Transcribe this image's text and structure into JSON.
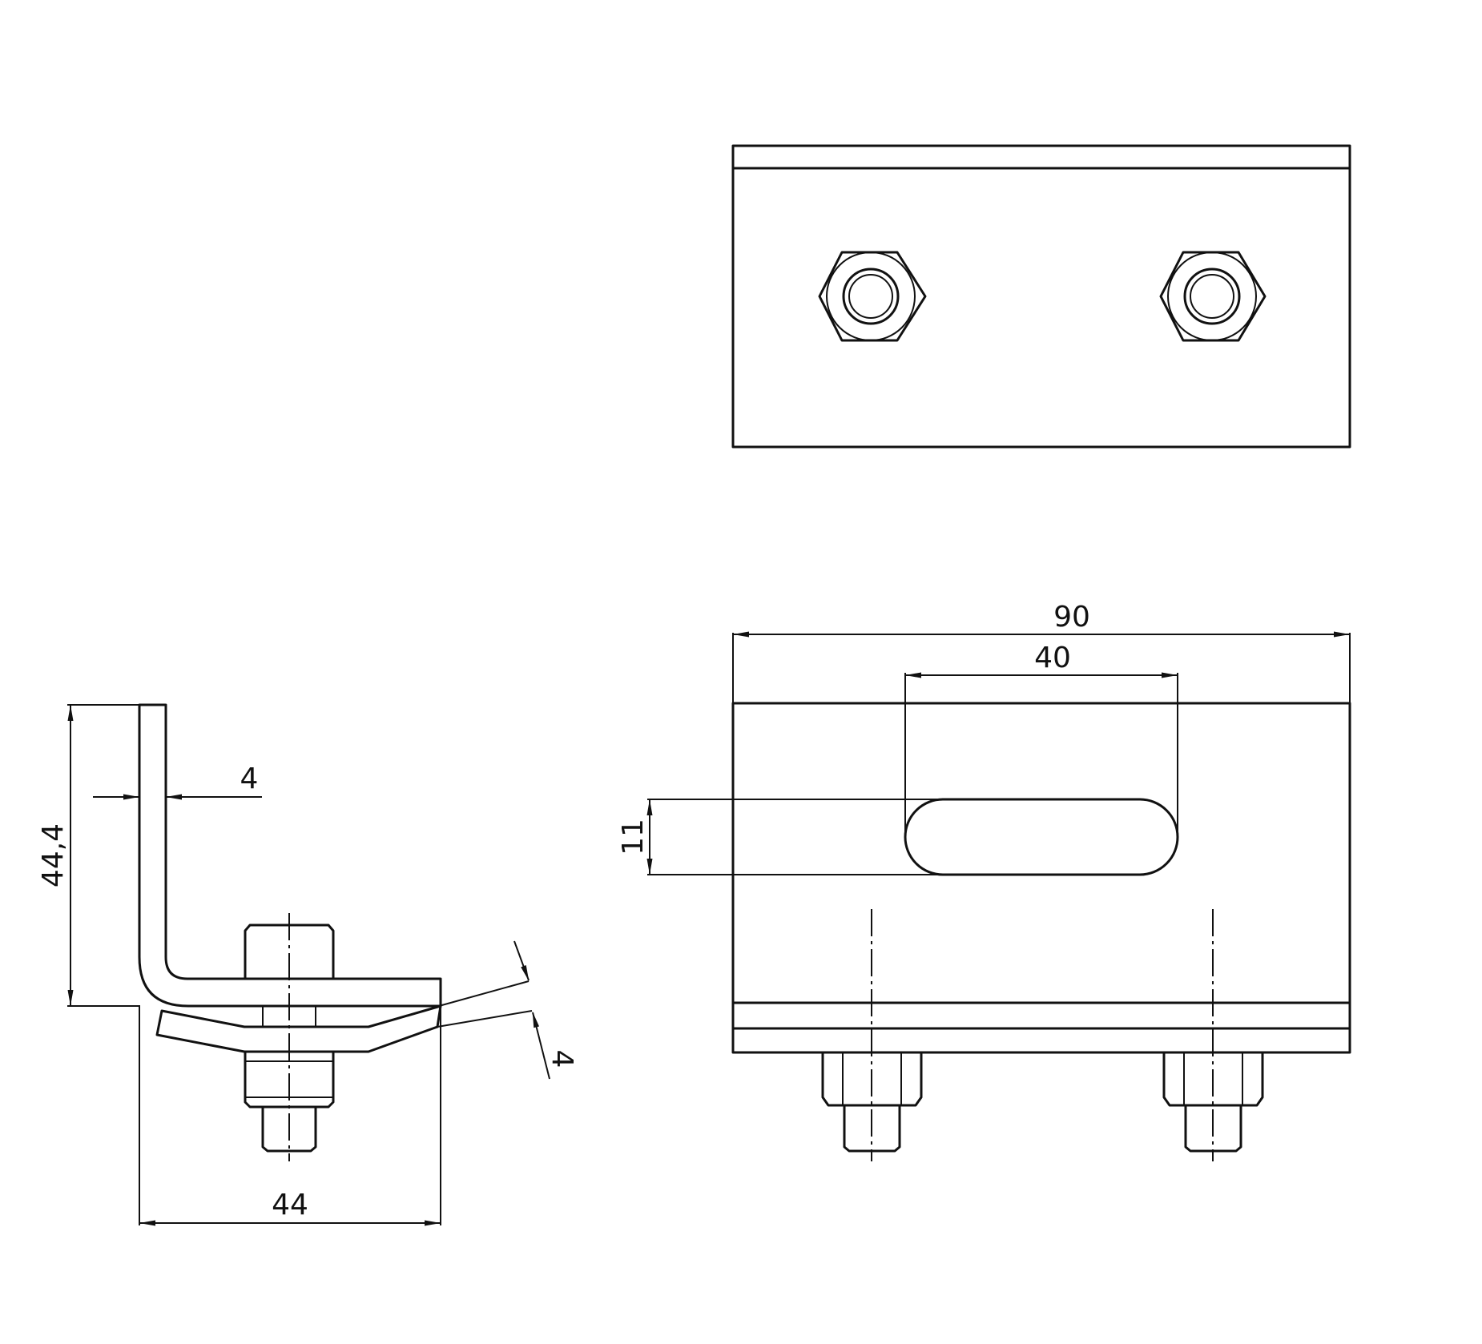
{
  "drawing": {
    "line_color": "#111111",
    "background": "#ffffff",
    "dimensions": {
      "total_width": "90",
      "slot_length": "40",
      "slot_width": "11",
      "height": "44,4",
      "thickness": "4",
      "base_width": "44",
      "washer_thickness": "4"
    }
  }
}
